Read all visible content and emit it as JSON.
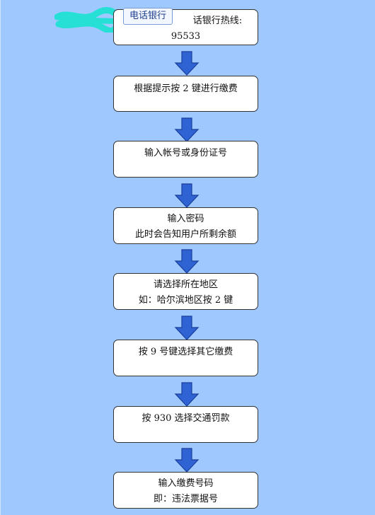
{
  "tab_label": "电话银行",
  "steps": [
    {
      "lines": [
        "话银行热线:",
        "95533"
      ]
    },
    {
      "lines": [
        "根据提示按 2 键进行缴费"
      ]
    },
    {
      "lines": [
        "输入帐号或身份证号"
      ]
    },
    {
      "lines": [
        "输入密码",
        "此时会告知用户所剩余额"
      ]
    },
    {
      "lines": [
        "请选择所在地区",
        "如：哈尔滨地区按 2 键"
      ]
    },
    {
      "lines": [
        "按 9 号键选择其它缴费"
      ]
    },
    {
      "lines": [
        "按 930 选择交通罚款"
      ]
    },
    {
      "lines": [
        "输入缴费号码",
        "即：违法票据号"
      ]
    }
  ],
  "colors": {
    "background": "#9fc8ff",
    "arrow": "#2f63d4",
    "arrow_outline": "#1a3f9a",
    "scribble": "#26e0d6"
  }
}
